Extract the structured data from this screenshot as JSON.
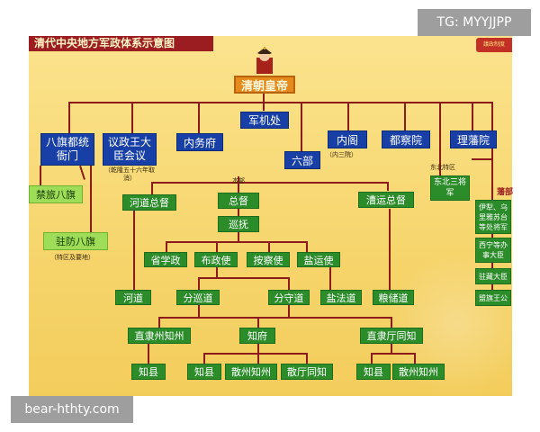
{
  "header": {
    "title": "清代中央地方军政体系示意图",
    "ribbon": "議政制度"
  },
  "colors": {
    "background": "#f6d56c",
    "lines": "#8c1c1c",
    "central_box": "#173fa6",
    "regional_box": "#2c8c2a",
    "banner_box": "#9fdc58",
    "emperor_box": "#e58a1c"
  },
  "nodes": {
    "emperor": "清朝皇帝",
    "grand_council": "军机处",
    "banner_commander": "八旗都统衙门",
    "council_princes": "议政王大臣会议",
    "imperial_household": "内务府",
    "six_boards": "六部",
    "grand_secretariat": "内阁",
    "censorate": "都察院",
    "lifan_yuan": "理藩院",
    "forbidden_banner": "禁旅八旗",
    "garrison_banner": "驻防八旗",
    "river_governor": "河道总督",
    "governor_general": "总督",
    "grand_coordinator": "巡抚",
    "grain_governor": "漕运总督",
    "northeast_general": "东北三将军",
    "education_commissioner": "省学政",
    "financial_commissioner": "布政使",
    "judicial_commissioner": "按察使",
    "salt_commissioner": "盐运使",
    "river_circuit": "河道",
    "sub_circuit_patrol": "分巡道",
    "sub_circuit_guard": "分守道",
    "salt_circuit": "盐法道",
    "grain_circuit": "粮储道",
    "direct_sub_prefecture": "直隶州知州",
    "prefect": "知府",
    "direct_ting": "直隶厅同知",
    "county_a": "知县",
    "county_b": "知县",
    "dispersed_sub_prefecture": "散州知州",
    "dispersed_ting": "散厅同知",
    "county_c": "知县",
    "dispersed_sub_prefecture_b": "散州知州",
    "frontier_a": "伊犁、乌里雅苏台等处将军",
    "frontier_b": "西宁等办事大臣",
    "frontier_c": "驻藏大臣",
    "frontier_d": "盟旗王公"
  },
  "notes": {
    "qianlong": "（乾隆五十六年取消）",
    "inner_three": "（内三院）",
    "garrison_sub": "（特区及要地）",
    "headquarters": "本部",
    "northeast_zone": "东北特区",
    "frontier_zone": "藩部"
  },
  "watermarks": {
    "top_right": "TG: MYYJJPP",
    "bottom_left": "bear-hthty.com"
  }
}
